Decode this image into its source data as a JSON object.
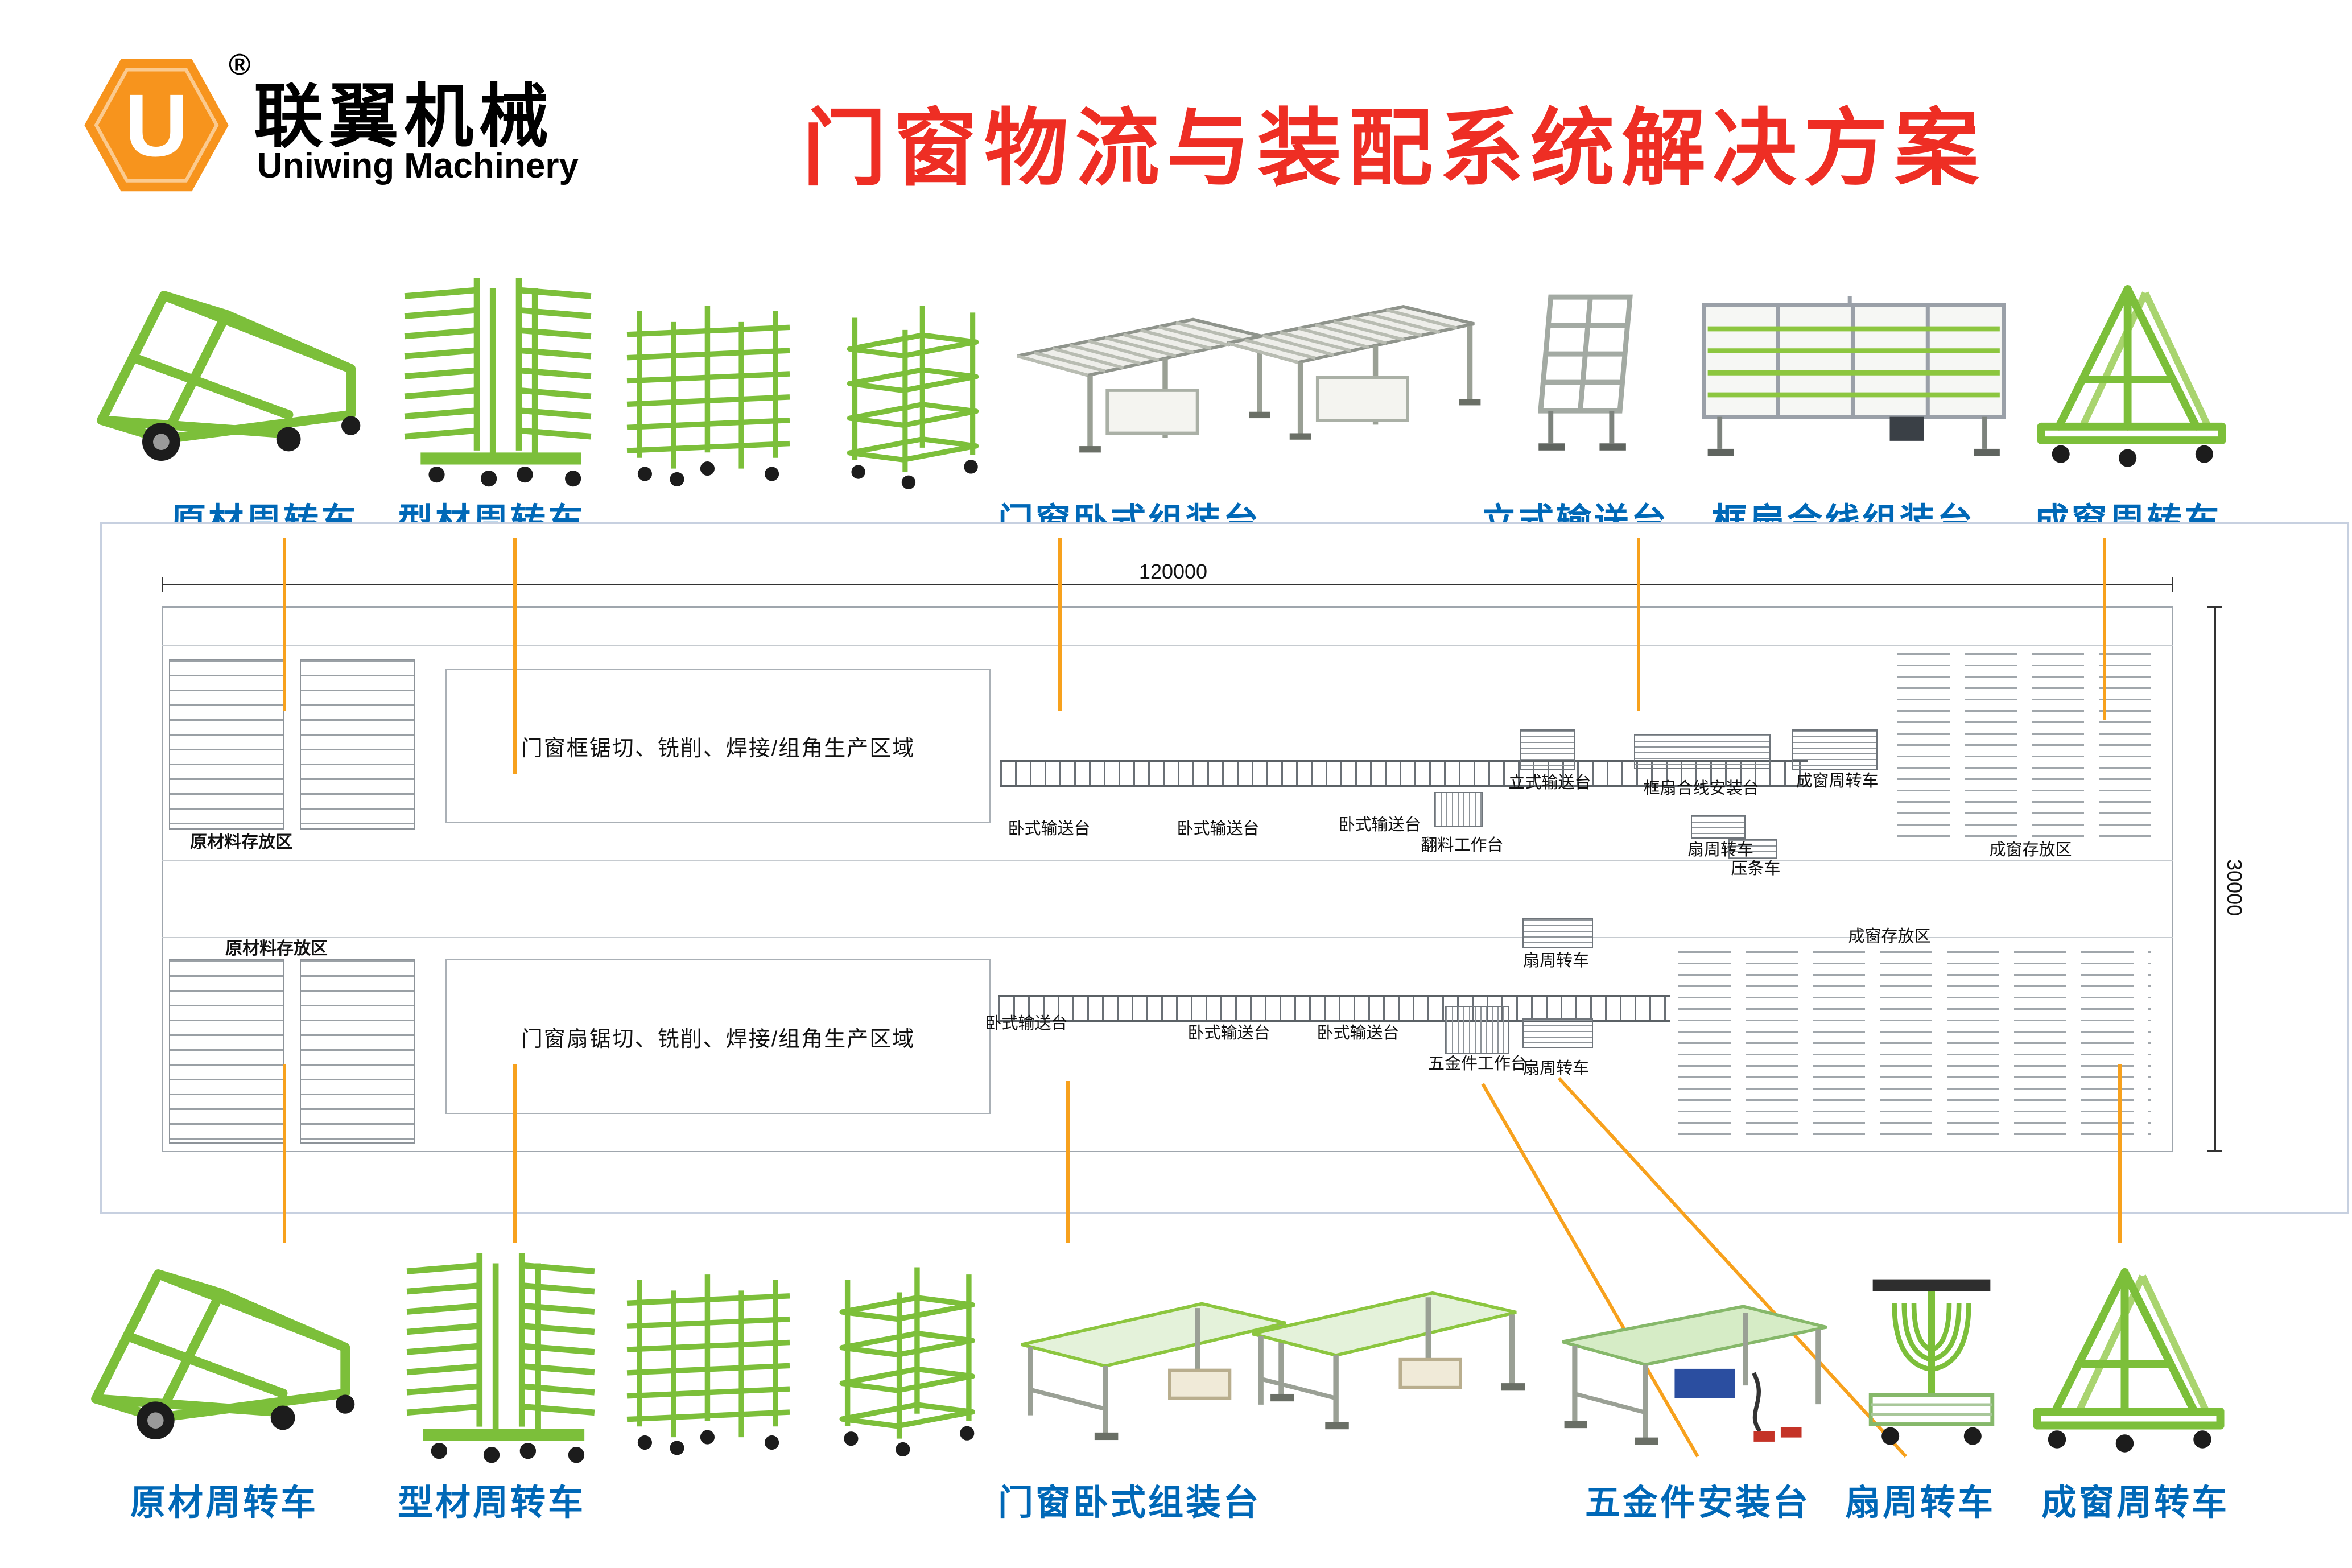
{
  "brand": {
    "logo_letter": "U",
    "registered_mark": "®",
    "name_cn": "联翼机械",
    "name_en": "Uniwing Machinery"
  },
  "title": "门窗物流与装配系统解决方案",
  "top_row": {
    "labels": [
      "原材周转车",
      "型材周转车",
      "门窗卧式组装台",
      "立式输送台",
      "框扇合线组装台",
      "成窗周转车"
    ]
  },
  "bottom_row": {
    "labels": [
      "原材周转车",
      "型材周转车",
      "门窗卧式组装台",
      "五金件安装台",
      "扇周转车",
      "成窗周转车"
    ]
  },
  "floorplan": {
    "width_dim": "120000",
    "height_dim": "30000",
    "line1": {
      "storage_area": "原材料存放区",
      "production_area": "门窗框锯切、铣削、焊接/组角生产区域",
      "stations": [
        "卧式输送台",
        "卧式输送台",
        "卧式输送台",
        "翻料工作台",
        "立式输送台",
        "框扇合线安装台",
        "扇周转车",
        "压条车",
        "成窗周转车",
        "成窗存放区"
      ]
    },
    "line2": {
      "storage_area": "原材料存放区",
      "production_area": "门窗扇锯切、铣削、焊接/组角生产区域",
      "stations": [
        "卧式输送台",
        "卧式输送台",
        "卧式输送台",
        "五金件工作台",
        "扇周转车",
        "扇周转车",
        "成窗存放区"
      ]
    }
  },
  "colors": {
    "accent_orange": "#f7941d",
    "title_red": "#ee2e24",
    "label_blue": "#0068b7",
    "equipment_green": "#8cc63f"
  }
}
